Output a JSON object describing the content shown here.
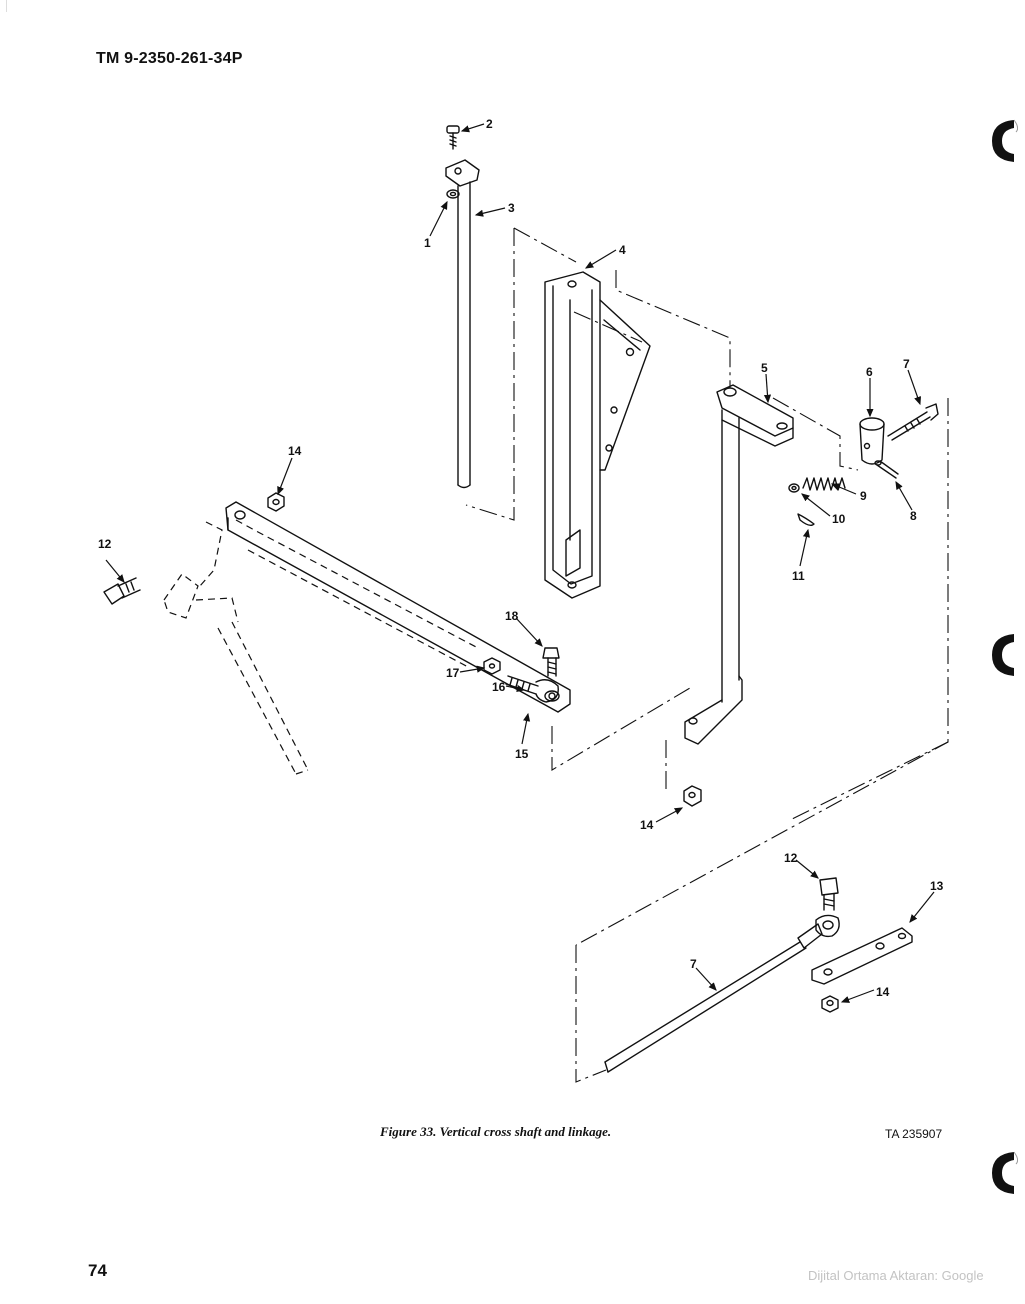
{
  "header": {
    "tm_number": "TM 9-2350-261-34P"
  },
  "figure": {
    "caption": "Figure 33.  Vertical cross shaft and linkage.",
    "ta_number": "TA 235907",
    "callouts": [
      {
        "id": "c-2",
        "text": "2"
      },
      {
        "id": "c-3",
        "text": "3"
      },
      {
        "id": "c-1",
        "text": "1"
      },
      {
        "id": "c-4",
        "text": "4"
      },
      {
        "id": "c-5",
        "text": "5"
      },
      {
        "id": "c-6",
        "text": "6"
      },
      {
        "id": "c-7a",
        "text": "7"
      },
      {
        "id": "c-9",
        "text": "9"
      },
      {
        "id": "c-8",
        "text": "8"
      },
      {
        "id": "c-10",
        "text": "10"
      },
      {
        "id": "c-11",
        "text": "11"
      },
      {
        "id": "c-14a",
        "text": "14"
      },
      {
        "id": "c-12a",
        "text": "12"
      },
      {
        "id": "c-18",
        "text": "18"
      },
      {
        "id": "c-17",
        "text": "17"
      },
      {
        "id": "c-16",
        "text": "16"
      },
      {
        "id": "c-15",
        "text": "15"
      },
      {
        "id": "c-14b",
        "text": "14"
      },
      {
        "id": "c-12b",
        "text": "12"
      },
      {
        "id": "c-13",
        "text": "13"
      },
      {
        "id": "c-7b",
        "text": "7"
      },
      {
        "id": "c-14c",
        "text": "14"
      }
    ]
  },
  "footer": {
    "page_number": "74",
    "watermark": "Dijital Ortama Aktaran: Google"
  },
  "icons": {
    "binder_hole": "binder-hole-icon"
  }
}
